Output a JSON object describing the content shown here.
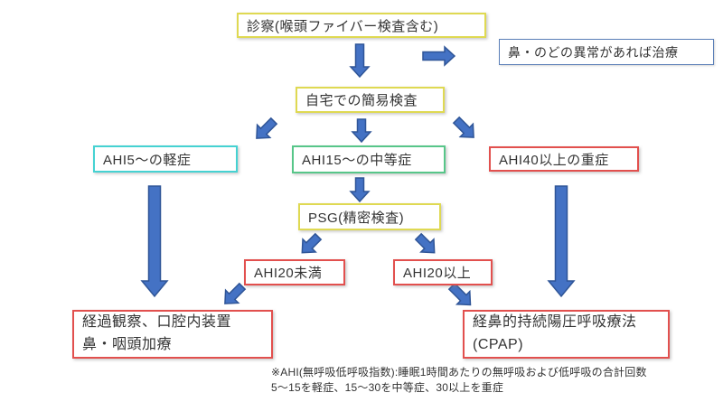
{
  "page": {
    "background": "#ffffff",
    "text_color": "#333333"
  },
  "colors": {
    "arrow_fill": "#4472c4",
    "arrow_stroke": "#2f5597",
    "yellow_border": "#dfd952",
    "blue_border": "#5b7fb8",
    "cyan_border": "#45d2d2",
    "green_border": "#57c689",
    "red_border": "#e2504e"
  },
  "flowchart": {
    "nodes": {
      "consultation": {
        "label": "診察(喉頭ファイバー検査含む)",
        "border": "#dfd952"
      },
      "nose_throat_treatment": {
        "label": "鼻・のどの異常があれば治療",
        "border": "#5b7fb8"
      },
      "home_test": {
        "label": "自宅での簡易検査",
        "border": "#dfd952"
      },
      "mild": {
        "label": "AHI5〜の軽症",
        "border": "#45d2d2"
      },
      "moderate": {
        "label": "AHI15〜の中等症",
        "border": "#57c689"
      },
      "severe": {
        "label": "AHI40以上の重症",
        "border": "#e2504e"
      },
      "psg": {
        "label": "PSG(精密検査)",
        "border": "#dfd952"
      },
      "ahi20_under": {
        "label": "AHI20未満",
        "border": "#e2504e"
      },
      "ahi20_over": {
        "label": "AHI20以上",
        "border": "#e2504e"
      },
      "observation": {
        "line1": "経過観察、口腔内装置",
        "line2": "鼻・咽頭加療",
        "border": "#e2504e"
      },
      "cpap": {
        "line1": "経鼻的持続陽圧呼吸療法",
        "line2": "(CPAP)",
        "border": "#e2504e"
      }
    },
    "footnote": {
      "line1": "※AHI(無呼吸低呼吸指数):睡眠1時間あたりの無呼吸および低呼吸の合計回数",
      "line2": "5〜15を軽症、15〜30を中等症、30以上を重症"
    }
  }
}
